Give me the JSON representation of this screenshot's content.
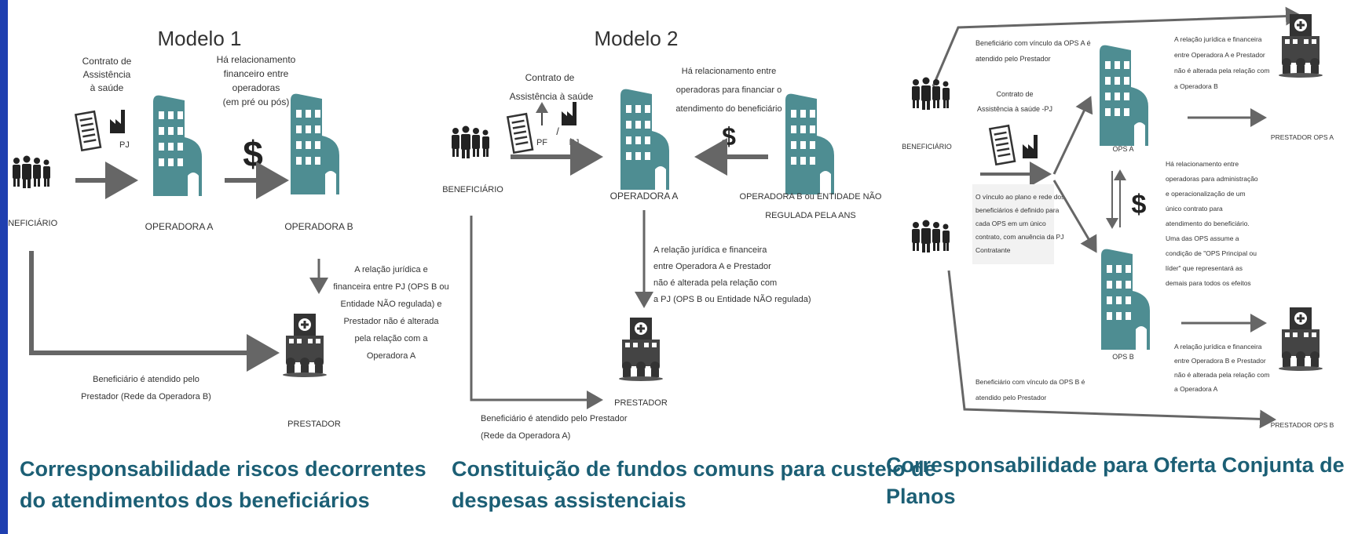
{
  "colors": {
    "frame": "#1f3fb0",
    "building": "#4e8d92",
    "arrow": "#666666",
    "caption": "#1c5f75"
  },
  "icons": [
    "people-icon",
    "document-icon",
    "factory-icon",
    "building-icon",
    "dollar-icon",
    "hospital-icon"
  ],
  "model1": {
    "title": "Modelo 1",
    "contract": [
      "Contrato de",
      "Assistência",
      "à saúde"
    ],
    "pj": "PJ",
    "beneficiario": "ENEFICIÁRIO",
    "operadora_a": "OPERADORA A",
    "operadora_b": "OPERADORA B",
    "financeiro": [
      "Há relacionamento",
      "financeiro entre",
      "operadoras",
      "(em pré ou pós)"
    ],
    "relacao": [
      "A relação jurídica e",
      "financeira entre PJ (OPS B ou",
      "Entidade NÃO regulada) e",
      "Prestador não é alterada",
      "pela relação com a",
      "Operadora A"
    ],
    "atendido": [
      "Beneficiário é atendido pelo",
      "Prestador (Rede da Operadora B)"
    ],
    "prestador": "PRESTADOR",
    "caption": [
      "Corresponsabilidade riscos decorrentes",
      "do atendimentos dos beneficiários"
    ]
  },
  "model2": {
    "title": "Modelo 2",
    "contract": [
      "Contrato de",
      "Assistência à saúde"
    ],
    "pf": "PF",
    "slash": "/",
    "pj": "PJ",
    "beneficiario": "BENEFICIÁRIO",
    "operadora_a": "OPERADORA A",
    "operadora_b": [
      "OPERADORA B ou ENTIDADE NÃO",
      "REGULADA PELA ANS"
    ],
    "financeiro": [
      "Há relacionamento entre",
      "operadoras para financiar o",
      "atendimento do beneficiário"
    ],
    "relacao": [
      "A relação jurídica e financeira",
      "entre Operadora A e Prestador",
      "não é alterada pela relação com",
      "a PJ (OPS B ou Entidade NÃO regulada)"
    ],
    "prestador": "PRESTADOR",
    "atendido": [
      "Beneficiário é atendido  pelo Prestador",
      "(Rede da Operadora A)"
    ],
    "caption": [
      "Constituição de fundos comuns para custeio de",
      "despesas assistenciais"
    ]
  },
  "model3": {
    "top_note": [
      "Beneficiário com vínculo da OPS A é",
      "atendido  pelo Prestador"
    ],
    "contract": [
      "Contrato de",
      "Assistência à saúde -PJ"
    ],
    "beneficiario": "BENEFICIÁRIO",
    "vinculo": [
      "O vínculo ao plano e rede dos",
      "beneficiários é definido para",
      "cada OPS em um único",
      "contrato, com anuência da PJ",
      "Contratante"
    ],
    "ops_a": "OPS A",
    "ops_b": "OPS B",
    "relacao_a": [
      "A relação jurídica e financeira",
      "entre Operadora A e Prestador",
      "não é alterada pela relação com",
      "a Operadora B"
    ],
    "prestador_a": "PRESTADOR OPS A",
    "middle": [
      "Há relacionamento entre",
      "operadoras para administração",
      "e operacionalização de um",
      "único contrato para",
      "atendimento do beneficiário.",
      "Uma das OPS assume a",
      "condição de \"OPS Principal ou",
      "líder\" que representará as",
      "demais para todos os efeitos"
    ],
    "relacao_b": [
      "A relação jurídica e financeira",
      "entre Operadora B e Prestador",
      "não é alterada pela relação com",
      "a Operadora A"
    ],
    "bottom_note": [
      "Beneficiário com vínculo da OPS B é",
      "atendido  pelo Prestador"
    ],
    "prestador_b": "PRESTADOR OPS B",
    "caption": [
      "Corresponsabilidade para Oferta Conjunta de",
      "Planos"
    ]
  }
}
